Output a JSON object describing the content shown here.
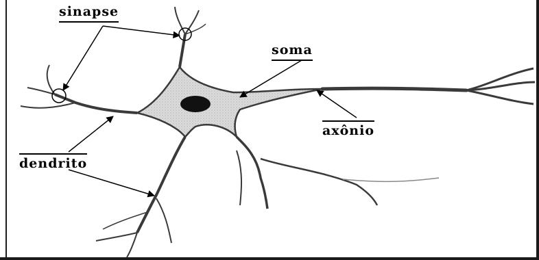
{
  "labels": {
    "sinapse": "sinapse",
    "soma": "soma",
    "axonio": "axônio",
    "dendrito": "dendrito"
  },
  "colors": {
    "cytoplasm": "#d8d8d8",
    "membrane": "#3a3a3a",
    "nucleus": "#111111",
    "ink": "#000000"
  }
}
